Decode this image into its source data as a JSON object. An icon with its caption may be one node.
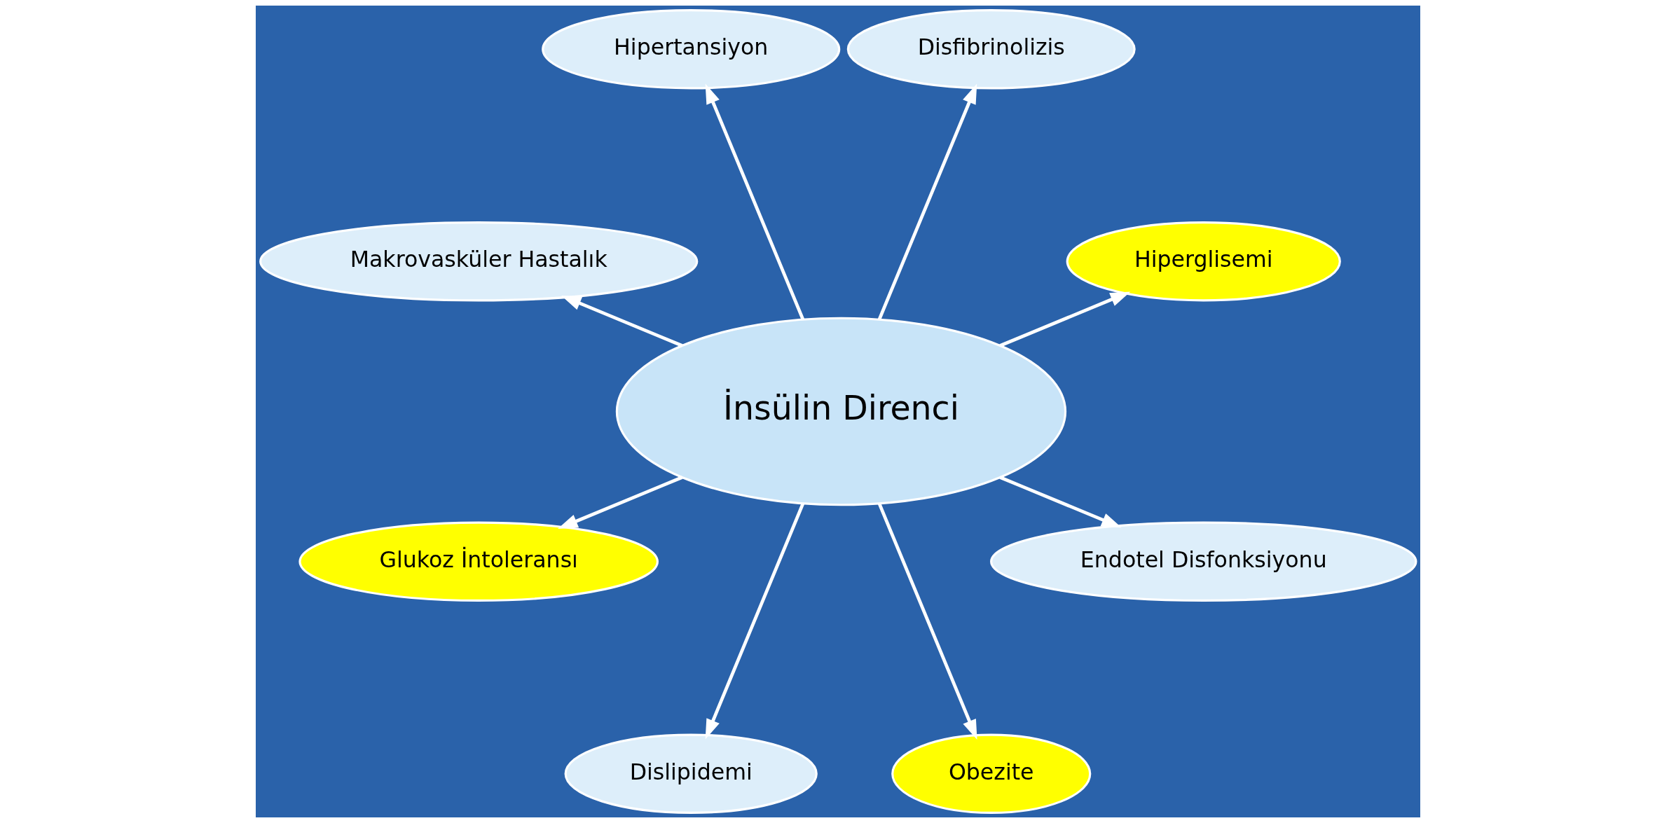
{
  "diagram": {
    "nodes": [
      {
        "text": [
          "İnsülin Direnci"
        ]
      },
      {
        "text": [
          "Hiperglisemi"
        ]
      },
      {
        "text": [
          "Disfibrinolizis"
        ]
      },
      {
        "text": [
          "Hipertansiyon"
        ]
      },
      {
        "text": [
          "Makrovasküler Hastalık"
        ]
      },
      {
        "text": [
          "Glukoz İntoleransı"
        ]
      },
      {
        "text": [
          "Dislipidemi"
        ]
      },
      {
        "text": [
          "Obezite"
        ]
      },
      {
        "text": [
          "Endotel Disfonksiyonu"
        ]
      }
    ],
    "edges": [
      {
        "from": 0,
        "to": 1,
        "arrow": "to"
      },
      {
        "from": 0,
        "to": 3,
        "arrow": "to"
      },
      {
        "from": 0,
        "to": 5,
        "arrow": "to"
      },
      {
        "from": 0,
        "to": 7,
        "arrow": "to"
      },
      {
        "from": 0,
        "to": 8,
        "arrow": "to"
      },
      {
        "from": 0,
        "to": 6,
        "arrow": "to"
      },
      {
        "from": 0,
        "to": 4,
        "arrow": "to"
      },
      {
        "from": 0,
        "to": 2,
        "arrow": "to"
      }
    ]
  }
}
